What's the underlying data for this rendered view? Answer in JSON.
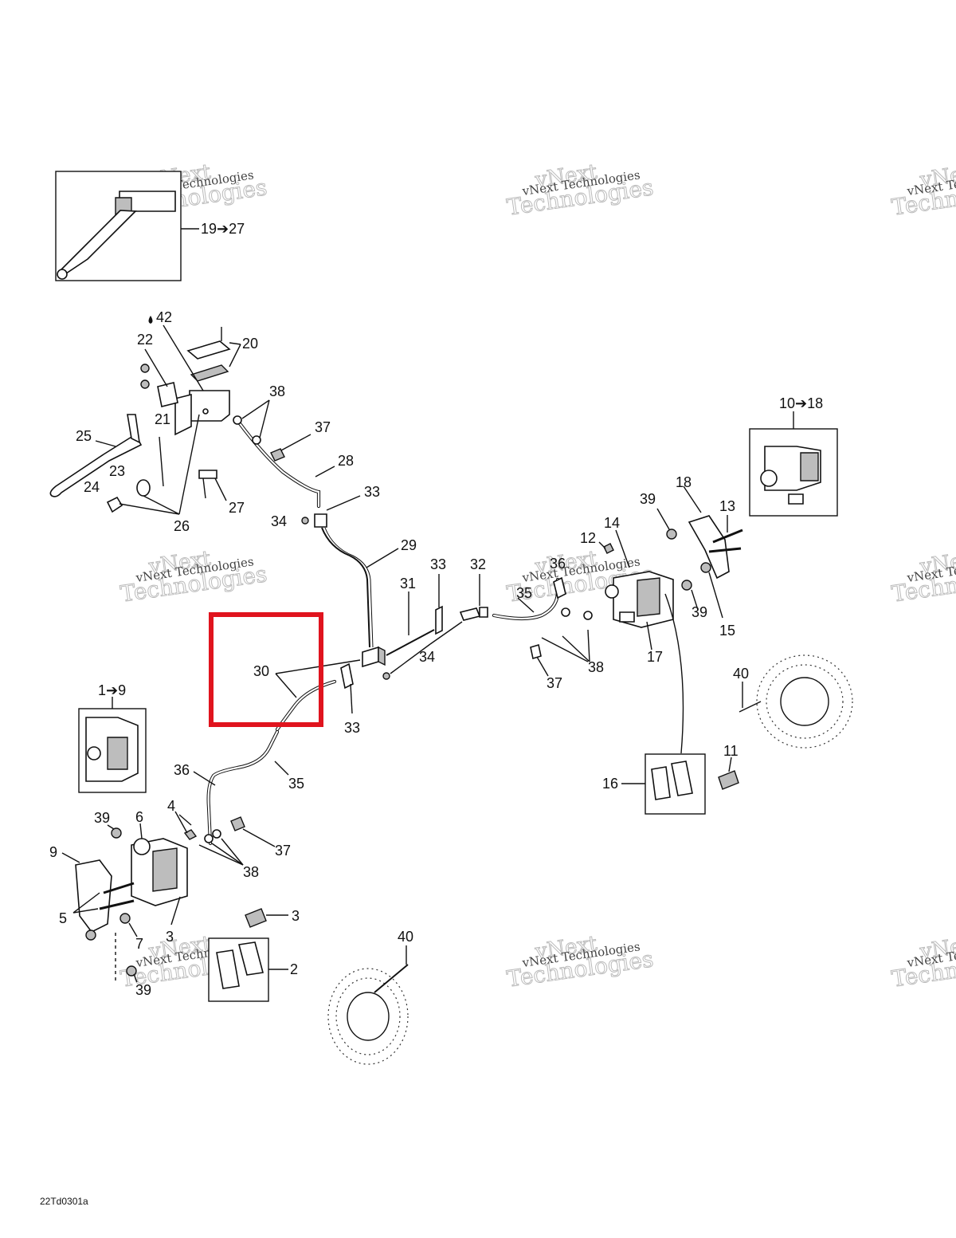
{
  "drawing_code": "22Td0301a",
  "watermark": {
    "line1": "vNext",
    "line2": "Technologies",
    "small": "vNext Technologies"
  },
  "callouts": {
    "c1_9": "1➔9",
    "c2": "2",
    "c3a": "3",
    "c3b": "3",
    "c4": "4",
    "c5": "5",
    "c6": "6",
    "c7": "7",
    "c9": "9",
    "c10_18": "10➔18",
    "c11": "11",
    "c12": "12",
    "c13": "13",
    "c14": "14",
    "c15": "15",
    "c16": "16",
    "c17": "17",
    "c18": "18",
    "c19_27": "19➔27",
    "c20": "20",
    "c21": "21",
    "c22": "22",
    "c23": "23",
    "c24": "24",
    "c25": "25",
    "c26": "26",
    "c27": "27",
    "c28": "28",
    "c29": "29",
    "c30": "30",
    "c31": "31",
    "c32": "32",
    "c33a": "33",
    "c33b": "33",
    "c33c": "33",
    "c34a": "34",
    "c34b": "34",
    "c35a": "35",
    "c35b": "35",
    "c36a": "36",
    "c36b": "36",
    "c37a": "37",
    "c37b": "37",
    "c37c": "37",
    "c38a": "38",
    "c38b": "38",
    "c38c": "38",
    "c39a": "39",
    "c39b": "39",
    "c39c": "39",
    "c39d": "39",
    "c40a": "40",
    "c40b": "40",
    "c42": "42"
  },
  "highlight_color": "#e0141e"
}
